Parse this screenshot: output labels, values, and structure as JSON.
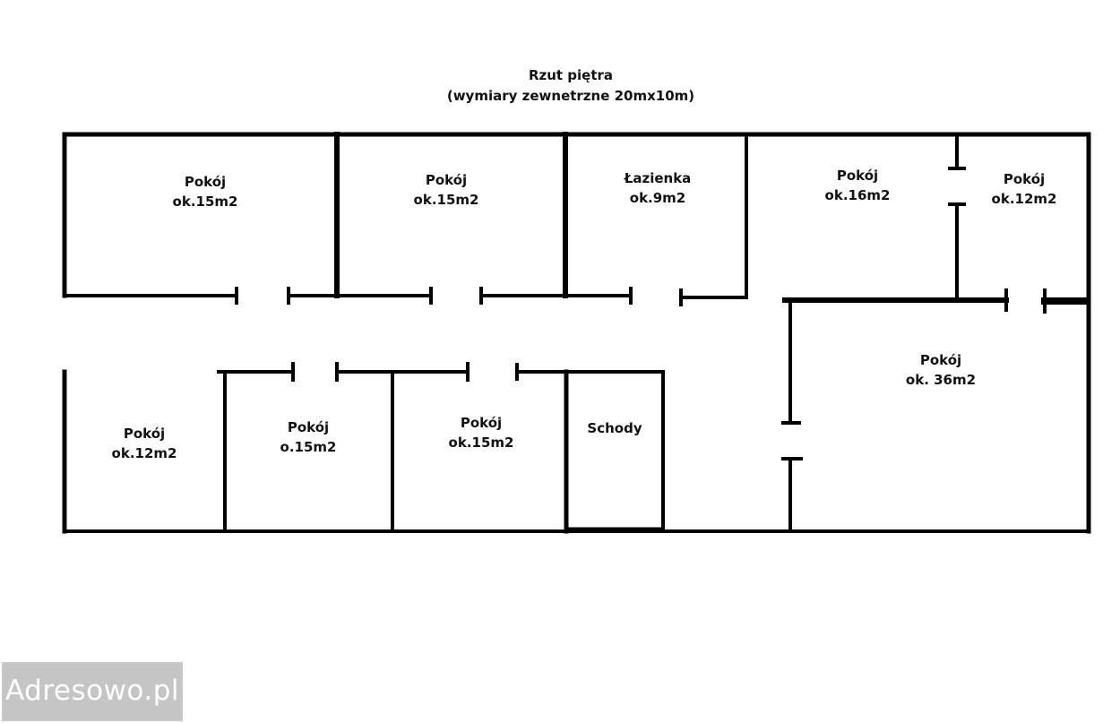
{
  "plan": {
    "title": "Rzut piętra",
    "subtitle": "(wymiary zewnetrzne 20mx10m)"
  },
  "rooms": [
    {
      "name": "Pokój",
      "area": "ok.15m2"
    },
    {
      "name": "Pokój",
      "area": "ok.15m2"
    },
    {
      "name": "Łazienka",
      "area": "ok.9m2"
    },
    {
      "name": "Pokój",
      "area": "ok.16m2"
    },
    {
      "name": "Pokój",
      "area": "ok.12m2"
    },
    {
      "name": "Pokój",
      "area": "ok.12m2"
    },
    {
      "name": "Pokój",
      "area": "o.15m2"
    },
    {
      "name": "Pokój",
      "area": "ok.15m2"
    },
    {
      "name": "Schody",
      "area": ""
    },
    {
      "name": "Pokój",
      "area": "ok. 36m2"
    }
  ],
  "watermark": {
    "text": "Adresowo.pl"
  }
}
